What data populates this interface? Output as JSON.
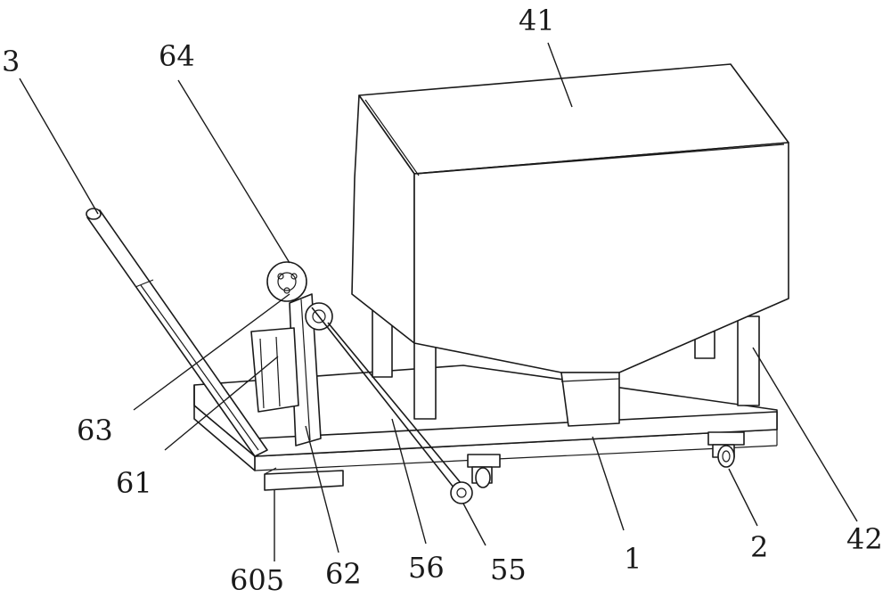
{
  "drawing": {
    "type": "patent mechanical drawing",
    "line_color": "#1a1a1a",
    "background": "#ffffff",
    "labels": {
      "l3": "3",
      "l64": "64",
      "l41": "41",
      "l63": "63",
      "l61": "61",
      "l605": "605",
      "l62": "62",
      "l56": "56",
      "l55": "55",
      "l1": "1",
      "l2": "2",
      "l42": "42"
    }
  }
}
